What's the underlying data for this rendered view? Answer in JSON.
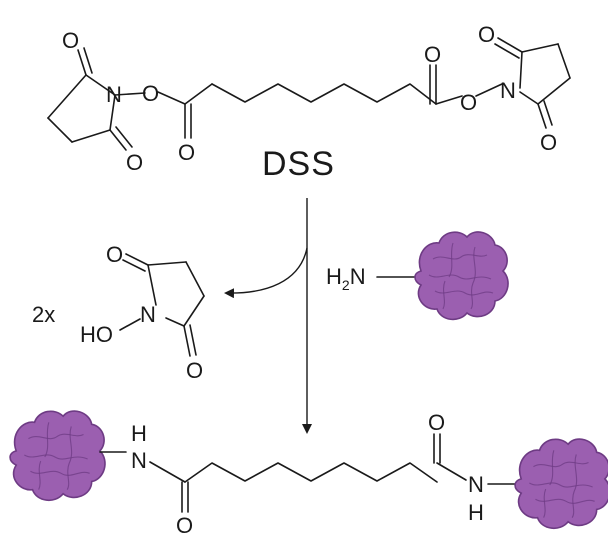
{
  "scheme": {
    "title": "DSS",
    "multiplier": "2x",
    "protein_color": "#9b5fb0",
    "atoms": {
      "oxygen": "O",
      "nitrogen": "N",
      "hydrogen": "H",
      "hydroxyl": "HO",
      "amine": "H",
      "amine_sub": "2",
      "amine_n": "N"
    }
  }
}
